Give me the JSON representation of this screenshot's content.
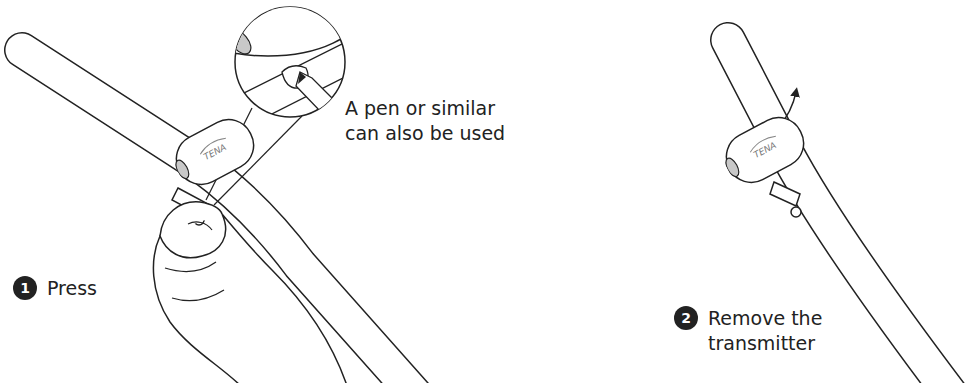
{
  "diagram": {
    "nodes": [
      {
        "text": [
          "TENA"
        ]
      },
      {
        "text": [
          "1"
        ]
      },
      {
        "text": [
          "TENA"
        ]
      },
      {
        "text": [
          "2"
        ]
      }
    ],
    "labels": [
      "A pen or similar can also be used",
      "Press",
      "Remove the transmitter"
    ]
  }
}
